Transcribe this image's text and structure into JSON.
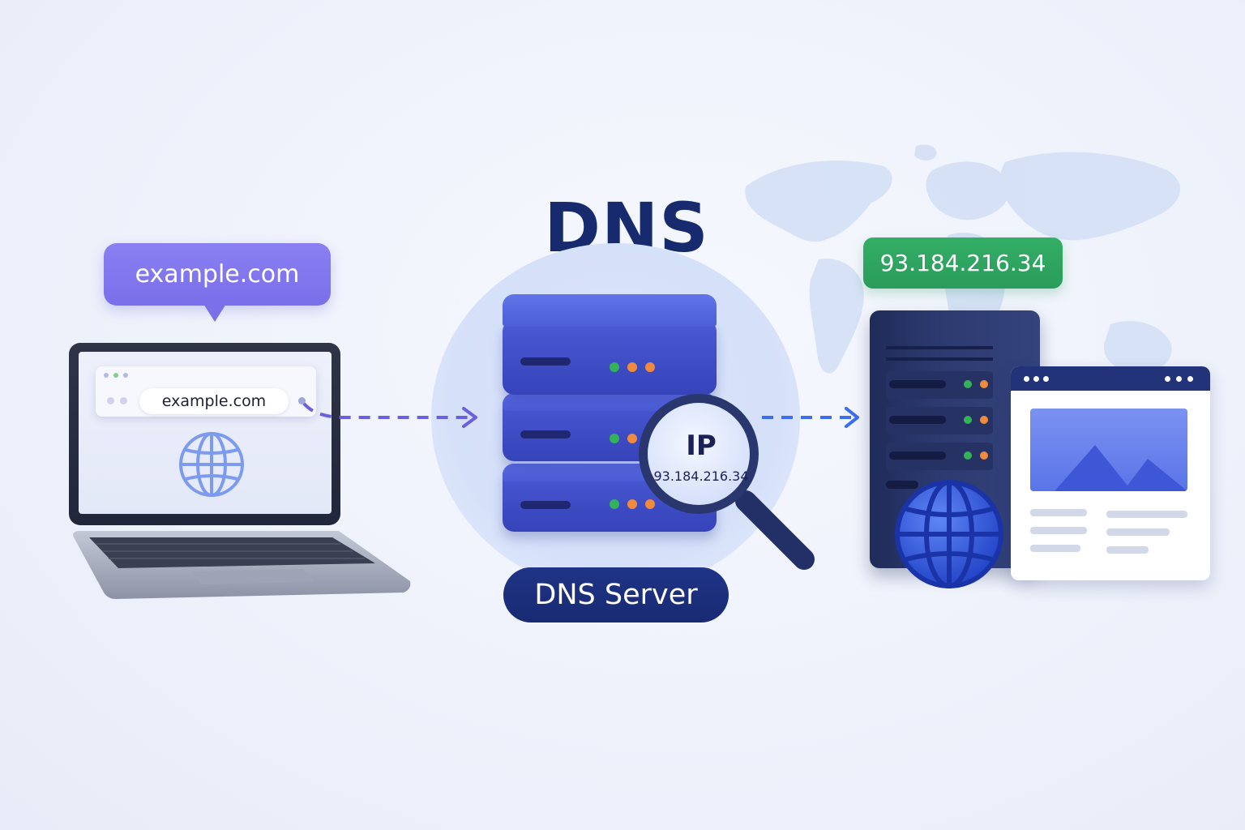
{
  "title": "DNS",
  "client": {
    "bubble_text": "example.com",
    "url_text": "example.com"
  },
  "dns_server": {
    "label": "DNS Server",
    "lookup_label": "IP",
    "lookup_address": "93.184.216.34"
  },
  "web_server": {
    "ip_badge": "93.184.216.34"
  },
  "colors": {
    "title": "#172a6e",
    "bubble": "#7b6fea",
    "dns_server_body": "#3d4cc4",
    "pill": "#1b2e7a",
    "ip_badge": "#2fa662",
    "arrow_left": "#6a5fe0",
    "arrow_right": "#3b6ff0"
  },
  "icons": [
    "globe-icon",
    "magnifier-icon",
    "world-map",
    "server-icon",
    "laptop-icon",
    "website-icon"
  ]
}
